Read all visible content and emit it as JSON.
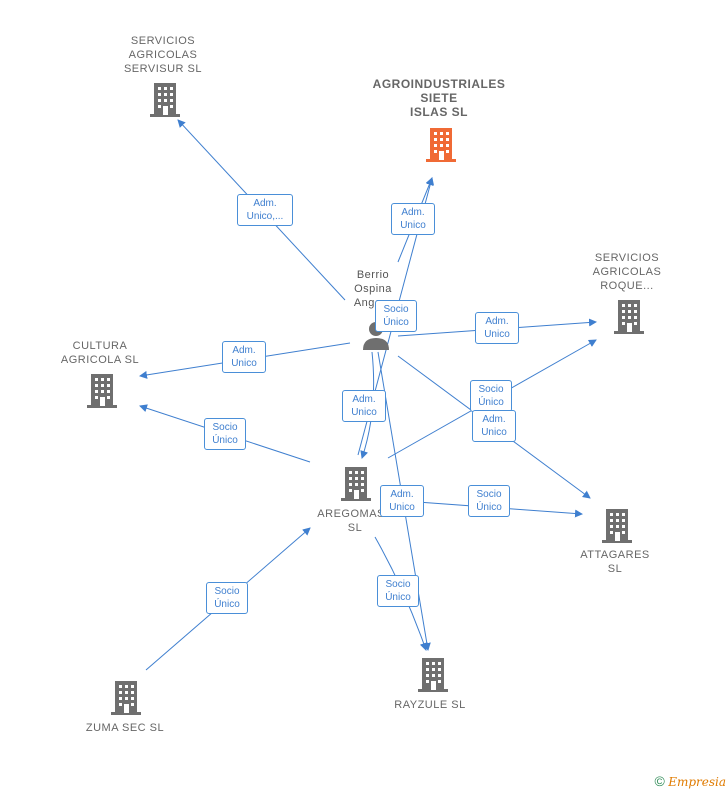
{
  "colors": {
    "edge": "#3f7fcf",
    "building": "#6f6f6f",
    "highlight": "#f06a35"
  },
  "nodes": {
    "servisur": {
      "label": "SERVICIOS\nAGRICOLAS\nSERVISUR  SL",
      "icon": "building-icon"
    },
    "siete": {
      "label": "AGROINDUSTRIALES\nSIETE\nISLAS  SL",
      "icon": "building-icon"
    },
    "roque": {
      "label": "SERVICIOS\nAGRICOLAS\nROQUE...",
      "icon": "building-icon"
    },
    "cultura": {
      "label": "CULTURA\nAGRICOLA  SL",
      "icon": "building-icon"
    },
    "person": {
      "label": "Berrio\nOspina\nAnge...",
      "icon": "person-icon"
    },
    "aregomase": {
      "label": "AREGOMASE\nSL",
      "icon": "building-icon"
    },
    "attagares": {
      "label": "ATTAGARES\nSL",
      "icon": "building-icon"
    },
    "zuma": {
      "label": "ZUMA SEC  SL",
      "icon": "building-icon"
    },
    "rayzule": {
      "label": "RAYZULE  SL",
      "icon": "building-icon"
    }
  },
  "edge_labels": {
    "e1": "Adm.\nUnico,...",
    "e2": "Adm.\nUnico",
    "e3": "Socio\nÚnico",
    "e4": "Adm.\nUnico",
    "e5": "Adm.\nUnico",
    "e6": "Adm.\nUnico",
    "e7": "Socio\nÚnico",
    "e8": "Adm.\nUnico",
    "e9": "Socio\nÚnico",
    "e10": "Adm.\nUnico",
    "e11": "Socio\nÚnico",
    "e12": "Socio\nÚnico",
    "e13": "Socio\nÚnico"
  },
  "footer": {
    "copyright": "©",
    "brand": "Empresia"
  }
}
